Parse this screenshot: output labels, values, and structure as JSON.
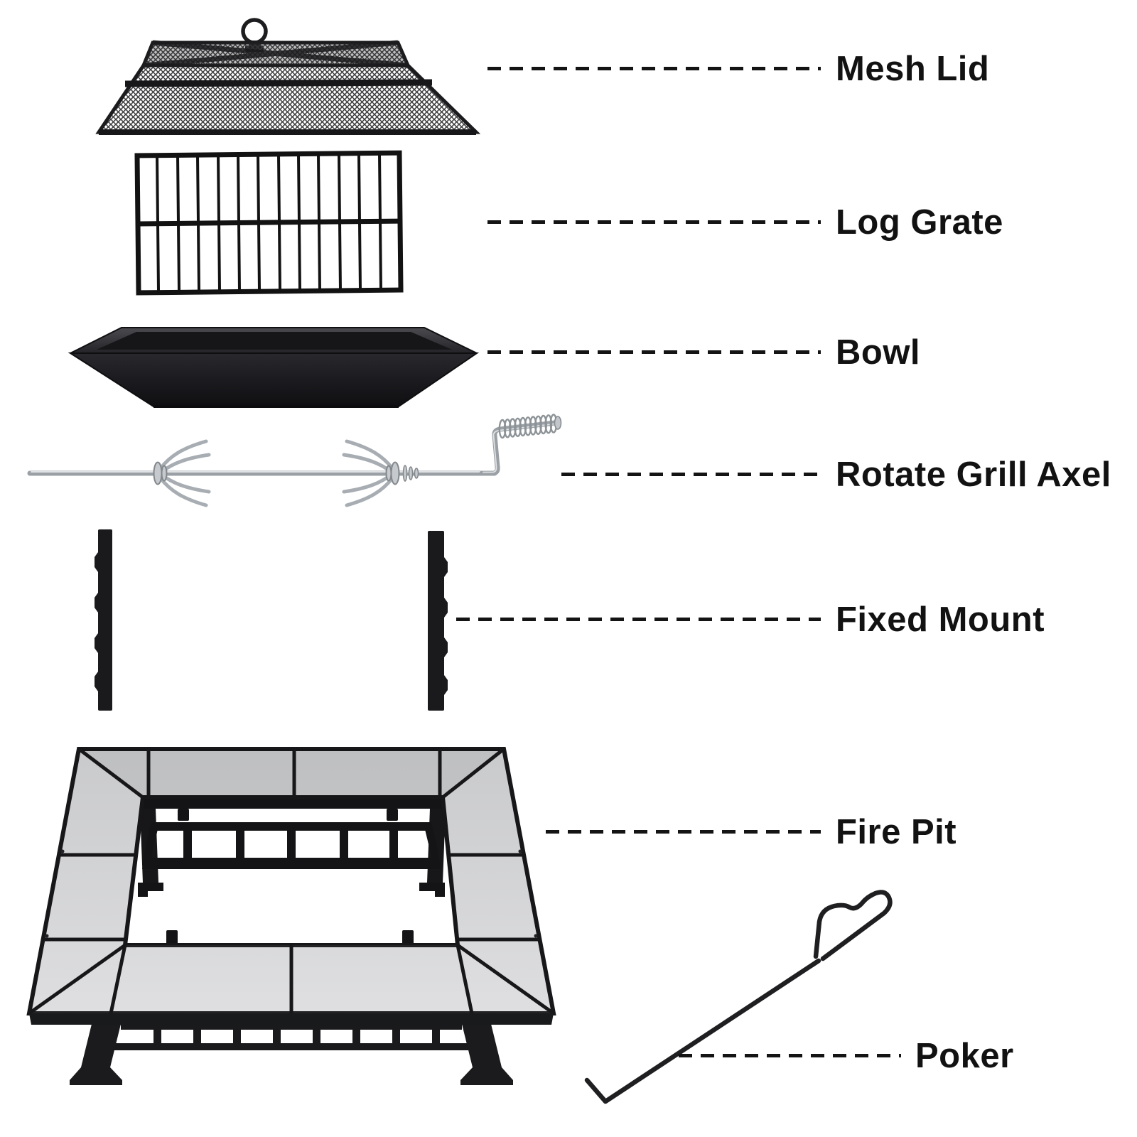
{
  "diagram": {
    "type": "exploded-parts-diagram",
    "background": "#ffffff",
    "labels": {
      "mesh_lid": "Mesh Lid",
      "log_grate": "Log Grate",
      "bowl": "Bowl",
      "rotate_grill_axel": "Rotate Grill Axel",
      "fixed_mount": "Fixed Mount",
      "fire_pit": "Fire Pit",
      "poker": "Poker"
    },
    "colors": {
      "label_text": "#121212",
      "leader_line": "#141414",
      "frame_black": "#1a1a1c",
      "tile_gray": "#d4d5d7",
      "metal_silver": "#9aa0a5",
      "bowl_black": "#1c1c20"
    }
  }
}
